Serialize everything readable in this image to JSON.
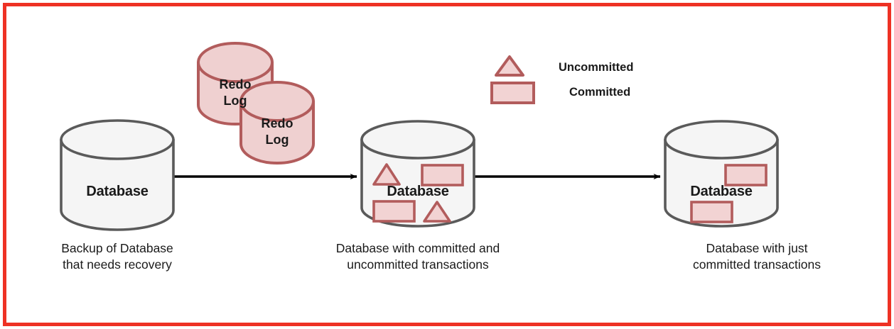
{
  "frame": {
    "border_color": "#ee3124",
    "background": "#ffffff"
  },
  "palette": {
    "db_fill": "#f5f5f5",
    "db_stroke": "#5a5a5a",
    "txn_fill": "#f2d3d3",
    "txn_stroke": "#b25c5c",
    "redo_fill": "#efd0d0",
    "redo_stroke": "#b25c5c",
    "arrow_color": "#000000",
    "text_color": "#1a1a1a"
  },
  "legend": {
    "items": [
      {
        "shape": "triangle",
        "label": "Uncommitted"
      },
      {
        "shape": "rectangle",
        "label": "Committed"
      }
    ]
  },
  "redo_logs": [
    {
      "line1": "Redo",
      "line2": "Log"
    },
    {
      "line1": "Redo",
      "line2": "Log"
    }
  ],
  "databases": [
    {
      "title": "Database",
      "caption_line1": "Backup of Database",
      "caption_line2": "that needs recovery",
      "transactions": []
    },
    {
      "title": "Database",
      "caption_line1": "Database with committed and",
      "caption_line2": "uncommitted transactions",
      "transactions": [
        {
          "type": "uncommitted",
          "position": "top-left"
        },
        {
          "type": "committed",
          "position": "top-right"
        },
        {
          "type": "committed",
          "position": "bottom-left"
        },
        {
          "type": "uncommitted",
          "position": "bottom-right"
        }
      ]
    },
    {
      "title": "Database",
      "caption_line1": "Database with just",
      "caption_line2": "committed transactions",
      "transactions": [
        {
          "type": "committed",
          "position": "top-right"
        },
        {
          "type": "committed",
          "position": "bottom-left"
        }
      ]
    }
  ],
  "arrows": [
    {
      "from": "Database backup",
      "to": "Database with committed and uncommitted transactions"
    },
    {
      "from": "Database with committed and uncommitted transactions",
      "to": "Database with just committed transactions"
    }
  ]
}
